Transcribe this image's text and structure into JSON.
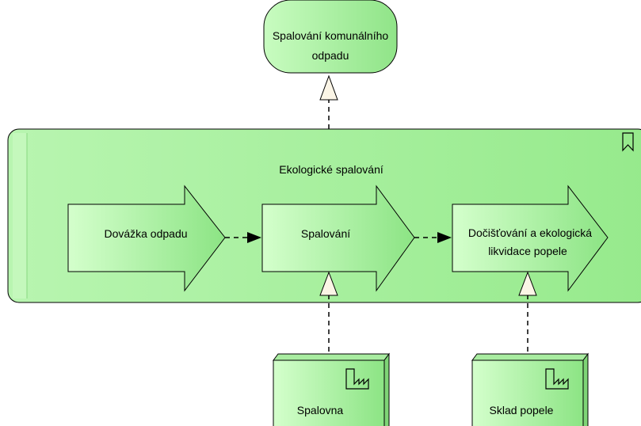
{
  "diagram": {
    "service": {
      "line1": "Spalování komunálního",
      "line2": "odpadu"
    },
    "group": {
      "title": "Ekologické spalování"
    },
    "processes": [
      {
        "label": "Dovážka odpadu"
      },
      {
        "label": "Spalování"
      },
      {
        "line1": "Dočišťování a ekologická",
        "line2": "likvidace popele"
      }
    ],
    "nodes": [
      {
        "label": "Spalovna"
      },
      {
        "label": "Sklad popele"
      }
    ]
  },
  "colors": {
    "fill_light": "#ccffcc",
    "fill_mid": "#a8f0a0",
    "fill_dark": "#88e080",
    "stroke": "#000000",
    "realization_head": "#fbf5e6"
  }
}
